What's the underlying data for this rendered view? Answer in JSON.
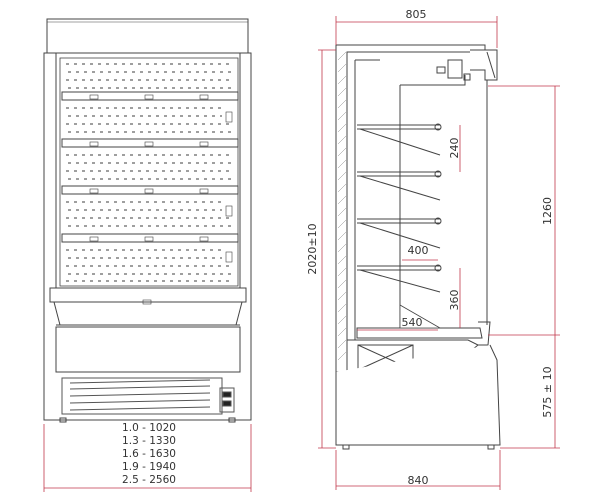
{
  "front_view": {
    "width_table": [
      "1.0 - 1020",
      "1.3 - 1330",
      "1.6 - 1630",
      "1.9 - 1940",
      "2.5 - 2560"
    ]
  },
  "side_view": {
    "top_depth": "805",
    "overall_height": "2020±10",
    "shelf_spacing": "240",
    "display_height": "1260",
    "shelf_depth": "400",
    "lower_spacing": "360",
    "base_depth": "540",
    "base_height": "575 ± 10",
    "bottom_depth": "840"
  },
  "colors": {
    "line": "#444444",
    "dimension": "#c0384b",
    "text": "#333333"
  }
}
